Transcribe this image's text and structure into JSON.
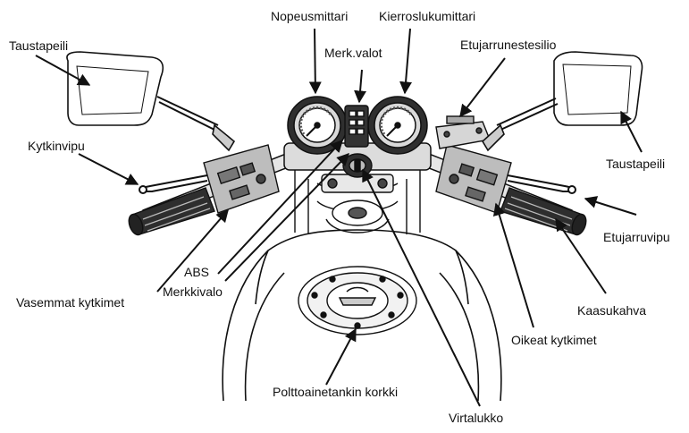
{
  "labels": {
    "nopeusmittari": "Nopeusmittari",
    "kierroslukumittari": "Kierroslukumittari",
    "merkkivalot": "Merk.valot",
    "taustapeili_left": "Taustapeili",
    "etujarrunestesilio": "Etujarrunestesilio",
    "kytkinvipu": "Kytkinvipu",
    "taustapeili_right": "Taustapeili",
    "etujarruvipu": "Etujarruvipu",
    "abs": "ABS",
    "merkkivalo": "Merkkivalo",
    "vasemmat_kytkimet": "Vasemmat kytkimet",
    "kaasukahva": "Kaasukahva",
    "oikeat_kytkimet": "Oikeat kytkimet",
    "polttoainetankin_korkki": "Polttoainetankin korkki",
    "virtalukko": "Virtalukko"
  },
  "colors": {
    "ink": "#111111",
    "paper": "#ffffff",
    "shade": "#3a3a3a"
  }
}
